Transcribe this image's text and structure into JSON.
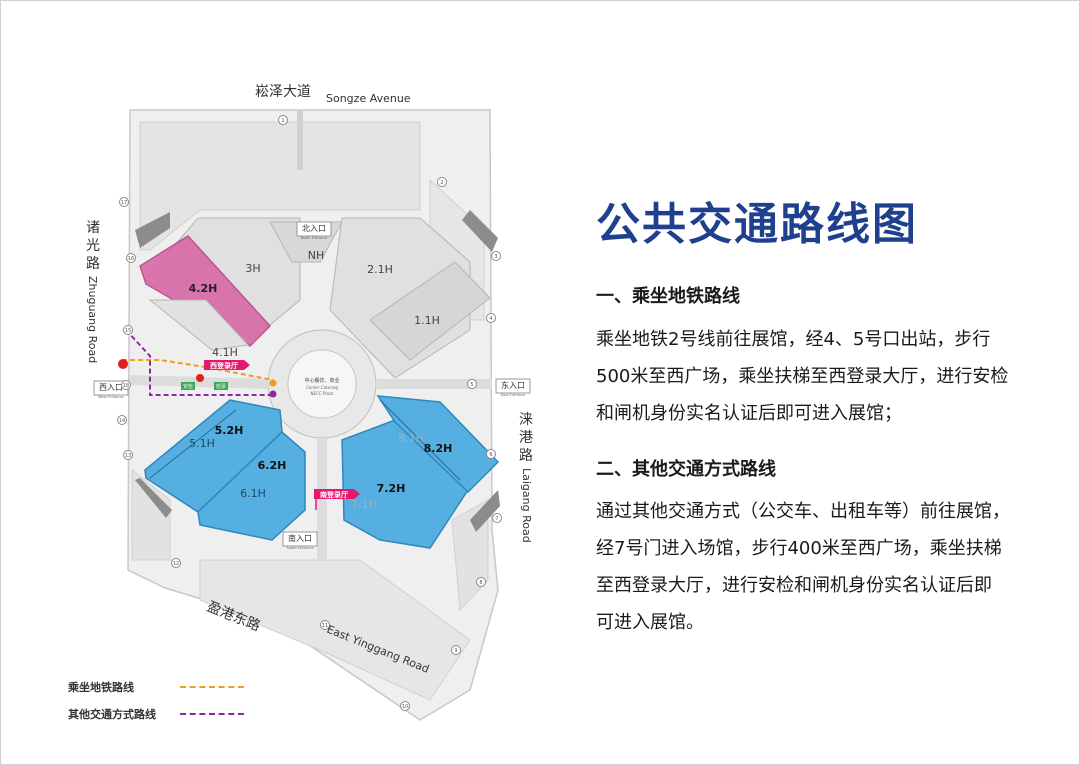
{
  "title": "公共交通路线图",
  "section1": {
    "heading": "一、乘坐地铁路线",
    "lines": [
      "乘坐地铁2号线前往展馆，经4、5号口出站，步行",
      "500米至西广场，乘坐扶梯至西登录大厅，进行安检",
      "和闸机身份实名认证后即可进入展馆；"
    ]
  },
  "section2": {
    "heading": "二、其他交通方式路线",
    "lines": [
      "通过其他交通方式（公交车、出租车等）前往展馆，",
      "经7号门进入场馆，步行400米至西广场，乘坐扶梯",
      "至西登录大厅，进行安检和闸机身份实名认证后即",
      "可进入展馆。"
    ]
  },
  "legend": {
    "metro": "乘坐地铁路线",
    "other": "其他交通方式路线"
  },
  "colors": {
    "title": "#1f3f8f",
    "hall_pink": "#d869a6",
    "hall_blue": "#55afe0",
    "metro_route": "#e8a020",
    "other_route": "#8a2a9a",
    "entrance_tag": "#e5186e"
  },
  "map": {
    "roads": {
      "north_cn": "崧泽大道",
      "north_en": "Songze Avenue",
      "west_cn": [
        "诸",
        "光",
        "路"
      ],
      "west_en": "Zhuguang Road",
      "east_cn": [
        "涞",
        "港",
        "路"
      ],
      "east_en": "Laigang Road",
      "south_cn": "盈港东路",
      "south_en": "East Yinggang Road"
    },
    "entrances": {
      "north_cn": "北入口",
      "north_en": "North Entrance",
      "west_cn": "西入口",
      "west_en": "West Entrance",
      "east_cn": "东入口",
      "east_en": "East Entrance",
      "south_cn": "南入口",
      "south_en": "South Entrance"
    },
    "lobbies": {
      "west": "西登录厅",
      "south": "南登录厅"
    },
    "plaza": {
      "cn": "中心餐饮、商业",
      "en1": "Center Catering",
      "en2": "NECC Plaza"
    },
    "halls": [
      "3H",
      "NH",
      "2.1H",
      "1.1H",
      "4.2H",
      "4.1H",
      "5.2H",
      "5.1H",
      "6.2H",
      "6.1H",
      "7.2H",
      "7.1H",
      "8.1H",
      "8.2H"
    ],
    "metro_tags": [
      "安检",
      "检票"
    ],
    "gates": [
      "1",
      "2",
      "3",
      "4",
      "5",
      "6",
      "7",
      "8",
      "9",
      "10",
      "11",
      "12",
      "13",
      "14",
      "15",
      "16",
      "17",
      "18"
    ]
  }
}
